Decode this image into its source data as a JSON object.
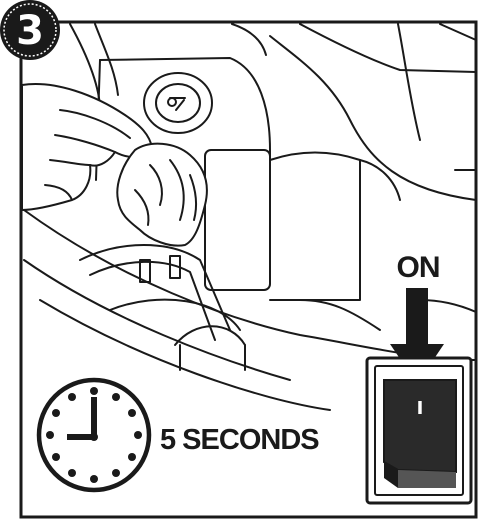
{
  "step": {
    "number": "3"
  },
  "switch": {
    "label": "ON",
    "symbol": "I"
  },
  "timer": {
    "duration": "5 SECONDS"
  },
  "icons": {
    "clock": "clock-icon",
    "arrow": "arrow-down-icon",
    "switch": "rocker-switch-icon",
    "hand": "hand-with-cloth-icon"
  },
  "colors": {
    "ink": "#1a1a1a",
    "switch_face": "#2a2a2a",
    "background": "#ffffff"
  }
}
